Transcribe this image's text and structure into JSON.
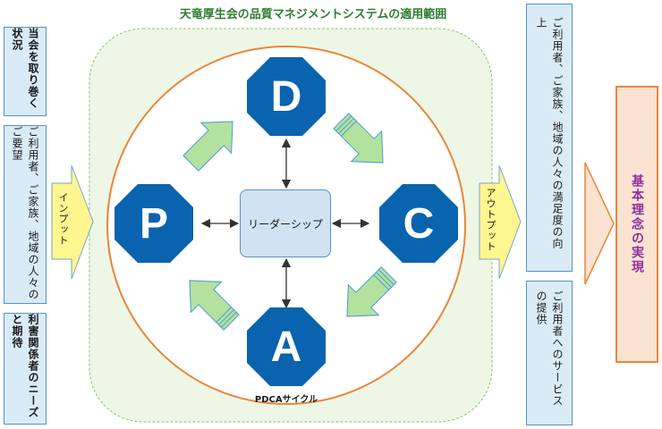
{
  "title": "天竜厚生会の品質マネジメントシステムの適用範囲",
  "left_boxes": [
    {
      "text": "当会を取り巻く状況"
    },
    {
      "text": "ご利用者、ご家族、地域の人々のご要望"
    },
    {
      "text": "利害関係者のニーズと期待"
    }
  ],
  "input_label": "インプット",
  "output_label": "アウトプット",
  "pdca": {
    "p": "P",
    "d": "D",
    "c": "C",
    "a": "A",
    "caption": "PDCAサイクル"
  },
  "leadership": "リーダーシップ",
  "right_boxes": [
    {
      "text": "ご利用者、ご家族、地域の人々の満足度の向上"
    },
    {
      "text": "ご利用者へのサービスの提供"
    }
  ],
  "goal": "基本理念の実現",
  "colors": {
    "octagon": "#0a63ae",
    "circle": "#e8863c",
    "scope_bg": "#eef7e6",
    "scope_border": "#8cc07a",
    "big_arrow": "#b3e29f",
    "io_arrow": "#fff68f",
    "box_bg": "#d9ebf7",
    "box_border": "#5b8fc7"
  }
}
